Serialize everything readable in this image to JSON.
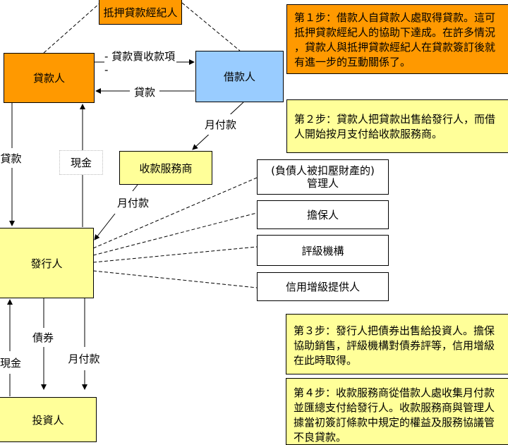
{
  "nodes": {
    "broker": "抵押貸款經紀人",
    "lender": "貸款人",
    "borrower": "借款人",
    "servicer": "收款服務商",
    "issuer": "發行人",
    "investor": "投資人",
    "trustee_line1": "(負債人被扣壓財產的)",
    "trustee_line2": "管理人",
    "guarantor": "擔保人",
    "rating_agency": "評級機構",
    "credit_enhancer": "信用增級提供人"
  },
  "edge_labels": {
    "loan_proceeds": "- 貸款賣收款項 -",
    "loan_top": "貸款",
    "monthly_payment_1": "月付款",
    "cash_1": "現金",
    "monthly_payment_2": "月付款",
    "loan_left": "貸款",
    "bonds": "債券",
    "cash_2": "現金",
    "monthly_payment_3": "月付款"
  },
  "steps": [
    {
      "lines": [
        "第１步：借款人自貸款人處取得貸款。這可",
        "抵押貸款經紀人的協助下達成。在許多情況",
        "，貸款人與抵押貸款經紀人在貸款簽訂後就",
        "有進一步的互動關係了。"
      ]
    },
    {
      "lines": [
        "第２步：貸款人把貸款出售給發行人，而借",
        "人開始按月支付給收款服務商。"
      ]
    },
    {
      "lines": [
        "第３步：發行人把債券出售給投資人。擔保",
        "協助銷售，評級機構對債券評等，信用增級",
        "在此時取得。"
      ]
    },
    {
      "lines": [
        "第４步：收款服務商從借款人處收集月付款",
        "並匯總支付給發行人。收款服務商與管理人",
        "據當初簽訂條款中規定的權益及服務協議管",
        "不良貸款。"
      ]
    }
  ],
  "colors": {
    "orange": "#ff9900",
    "yellow": "#ffff99",
    "blue": "#99ccff"
  }
}
